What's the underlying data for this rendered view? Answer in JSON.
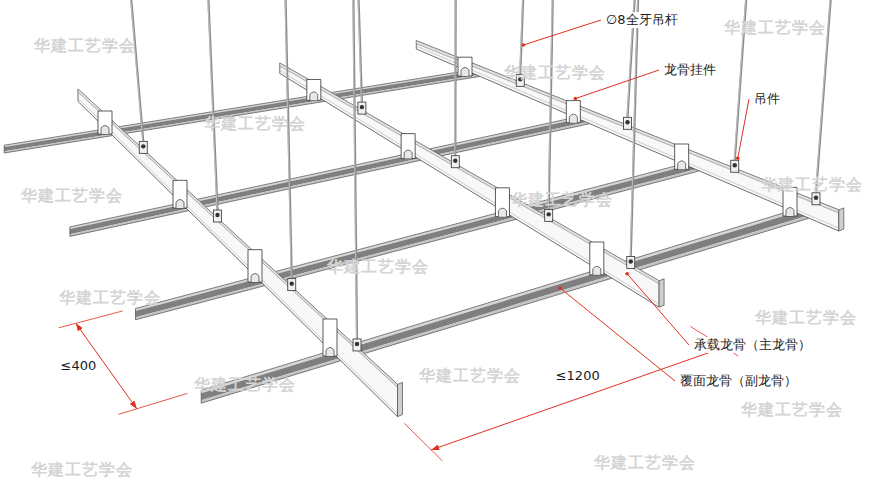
{
  "diagram": {
    "labels": [
      "∅8全牙吊杆",
      "龙骨挂件",
      "吊件",
      "承载龙骨（主龙骨）",
      "覆面龙骨（副龙骨）",
      "≤400",
      "≤1200",
      "华建工艺学会",
      "华建工艺学会",
      "华建工艺学会",
      "华建工艺学会",
      "华建工艺学会",
      "华建工艺学会",
      "华建工艺学会",
      "华建工艺学会",
      "华建工艺学会",
      "华建工艺学会",
      "华建工艺学会",
      "华建工艺学会",
      "华建工艺学会",
      "华建工艺学会",
      "华建工艺学会"
    ]
  }
}
